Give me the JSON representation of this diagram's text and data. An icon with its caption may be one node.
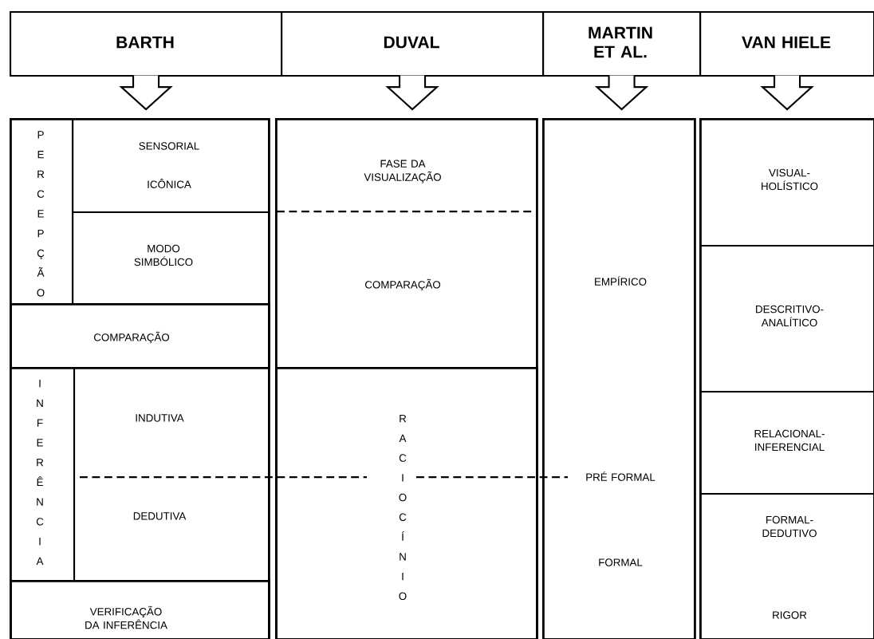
{
  "diagram": {
    "nodes": [
      {
        "text": [
          "BARTH"
        ]
      },
      {
        "text": [
          "DUVAL"
        ]
      },
      {
        "text": [
          "MARTIN ET AL."
        ]
      },
      {
        "text": [
          "VAN HIELE"
        ]
      },
      {
        "text": [],
        "shape": "box"
      },
      {
        "text": [
          "P E R C E P Ç Ã O"
        ],
        "in": 4
      },
      {
        "text": [
          "SENSORIAL",
          "ICÔNICA"
        ],
        "in": 4
      },
      {
        "text": [
          "MODO SIMBÓLICO"
        ],
        "in": 4
      },
      {
        "text": [
          "COMPARAÇÃO"
        ],
        "in": 4
      },
      {
        "text": [
          "I N F E R Ê N C I A"
        ],
        "in": 4
      },
      {
        "text": [
          "INDUTIVA"
        ],
        "in": 4
      },
      {
        "text": [
          "DEDUTIVA"
        ],
        "in": 4
      },
      {
        "text": [
          "VERIFICAÇÃO DA INFERÊNCIA"
        ],
        "in": 4
      },
      {
        "text": [],
        "shape": "box"
      },
      {
        "text": [
          "FASE DA VISUALIZAÇÃO"
        ],
        "in": 13
      },
      {
        "text": [
          "COMPARAÇÃO"
        ],
        "in": 13
      },
      {
        "text": [
          "R A C I O C Í N I O"
        ],
        "in": 13
      },
      {
        "text": [
          "EMPÍRICO",
          "PRÉ FORMAL",
          "FORMAL"
        ]
      },
      {
        "text": [],
        "shape": "box"
      },
      {
        "text": [
          "VISUAL-HOLÍSTICO"
        ],
        "in": 18
      },
      {
        "text": [
          "DESCRITIVO-ANALÍTICO"
        ],
        "in": 18
      },
      {
        "text": [
          "RELACIONAL-INFERENCIAL"
        ],
        "in": 18
      },
      {
        "text": [
          "FORMAL-DEDUTIVO",
          "RIGOR"
        ],
        "in": 18
      }
    ],
    "edges": [
      {
        "from": 0,
        "to": 4,
        "arrow": "to"
      },
      {
        "from": 1,
        "to": 13,
        "arrow": "to"
      },
      {
        "from": 2,
        "to": 17,
        "arrow": "to"
      },
      {
        "from": 3,
        "to": 18,
        "arrow": "to"
      }
    ]
  }
}
